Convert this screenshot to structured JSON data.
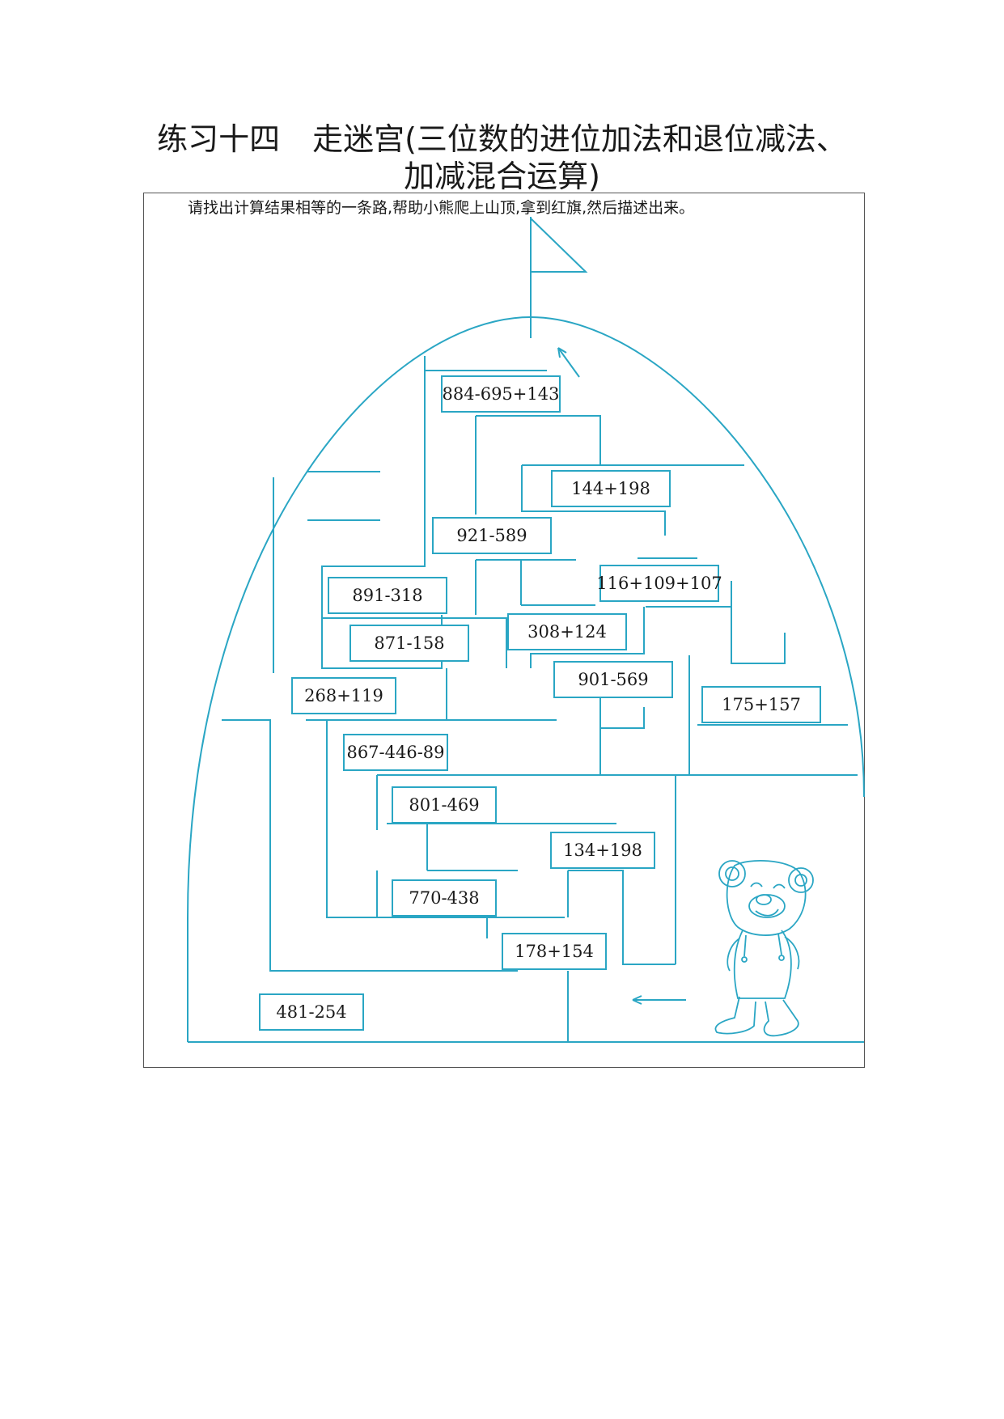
{
  "title": {
    "line1_part1": "练习十四",
    "line1_part2": "走迷宫(三位数的进位加法和退位减法、",
    "line2": "加减混合运算)"
  },
  "instruction": "请找出计算结果相等的一条路,帮助小熊爬上山顶,拿到红旗,然后描述出来。",
  "expressions": {
    "e1": "884-695+143",
    "e2": "144+198",
    "e3": "921-589",
    "e4": "116+109+107",
    "e5": "891-318",
    "e6": "871-158",
    "e7": "308+124",
    "e8": "901-569",
    "e9": "268+119",
    "e10": "175+157",
    "e11": "867-446-89",
    "e12": "801-469",
    "e13": "134+198",
    "e14": "770-438",
    "e15": "178+154",
    "e16": "481-254"
  },
  "colors": {
    "maze_line": "#2aa6c4",
    "text": "#1a1a1a"
  },
  "icons": [
    "flag-icon",
    "arrow-up-left-icon",
    "arrow-left-icon",
    "bear-illustration"
  ]
}
